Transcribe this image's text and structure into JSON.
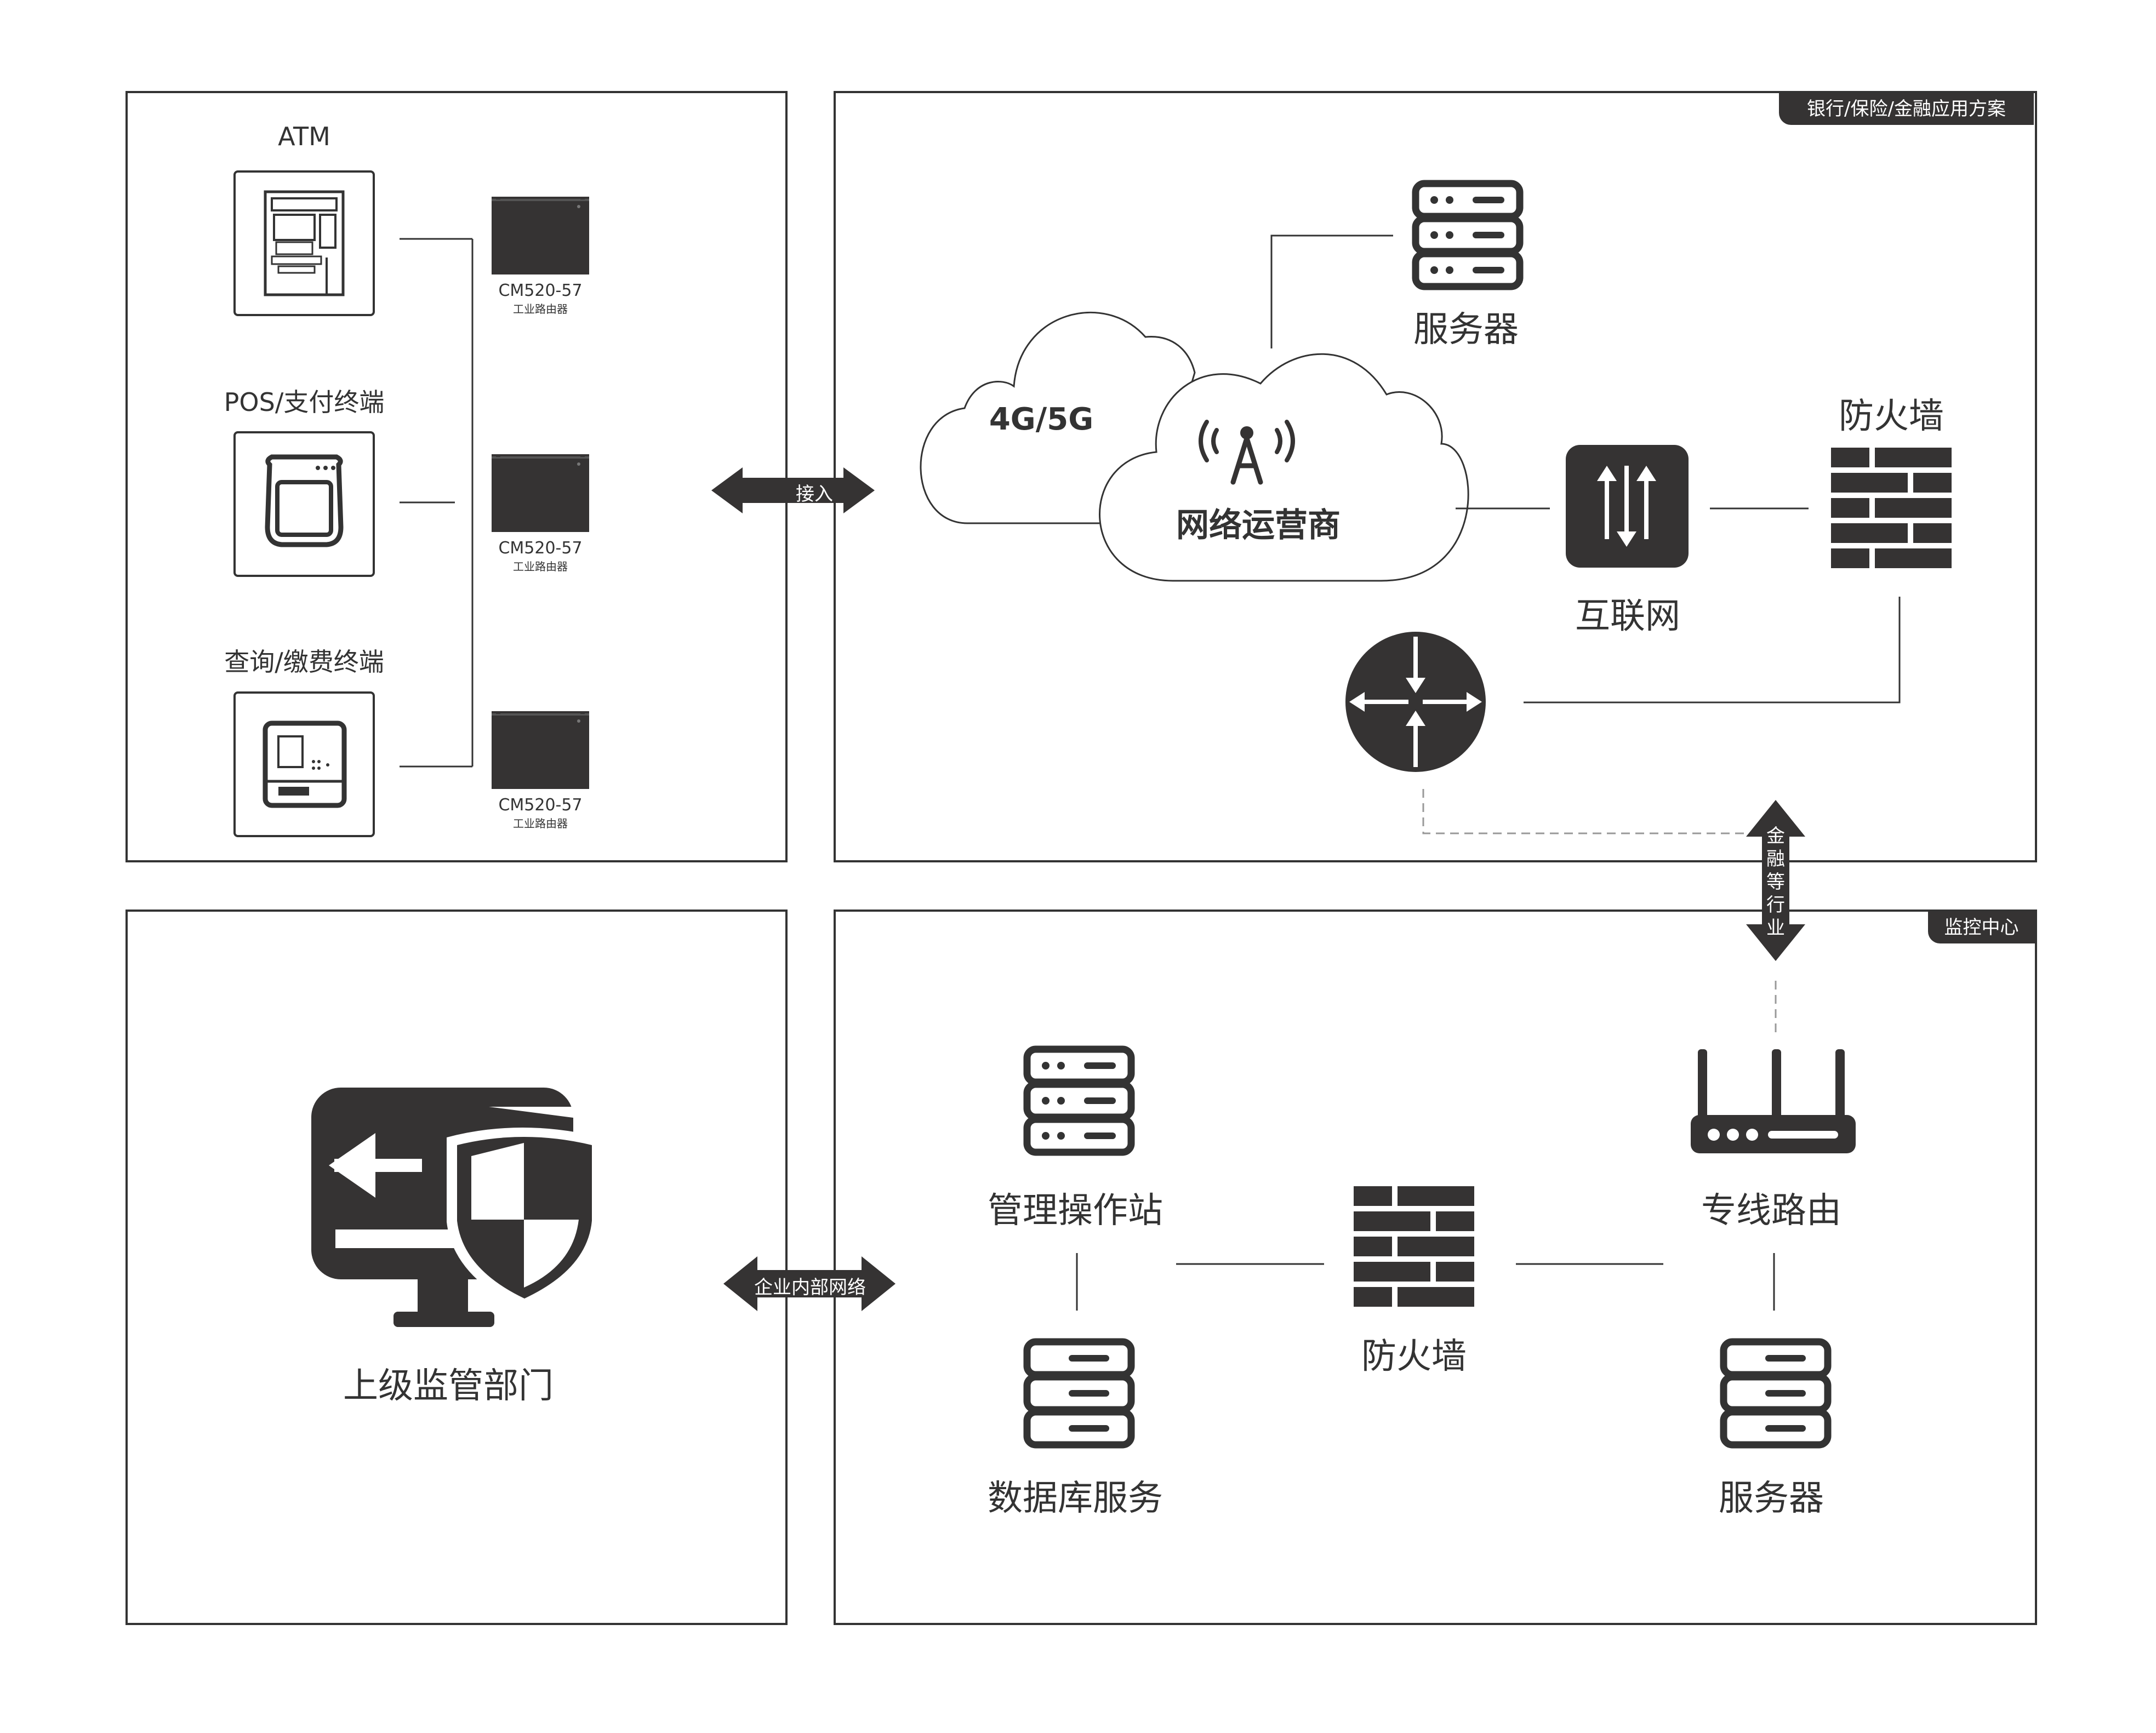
{
  "colors": {
    "dark": "#353333",
    "stroke": "#333333",
    "background": "#ffffff",
    "dash": "#999999"
  },
  "devices": {
    "atm_label": "ATM",
    "pos_label": "POS/支付终端",
    "query_label": "查询/缴费终端",
    "router_model": "CM520-57",
    "router_sub": "工业路由器"
  },
  "connectors": {
    "access": "接入",
    "intranet": "企业内部网络",
    "industry": "金融等行业"
  },
  "top_panel": {
    "tag": "银行/保险/金融应用方案",
    "cloud_4g5g": "4G/5G",
    "operator": "网络运营商",
    "server": "服务器",
    "internet": "互联网",
    "firewall": "防火墙"
  },
  "bottom_panel": {
    "tag": "监控中心",
    "mgmt_station": "管理操作站",
    "database": "数据库服务",
    "firewall": "防火墙",
    "dedicated_router": "专线路由",
    "server": "服务器"
  },
  "supervisor": {
    "label": "上级监管部门"
  },
  "icons": [
    "atm-icon",
    "pos-terminal-icon",
    "query-terminal-icon",
    "industrial-router-icon",
    "server-icon",
    "cloud-icon",
    "signal-tower-icon",
    "switch-icon",
    "firewall-icon",
    "router-icon",
    "wifi-router-icon",
    "database-icon",
    "monitor-shield-icon",
    "double-arrow-icon"
  ]
}
